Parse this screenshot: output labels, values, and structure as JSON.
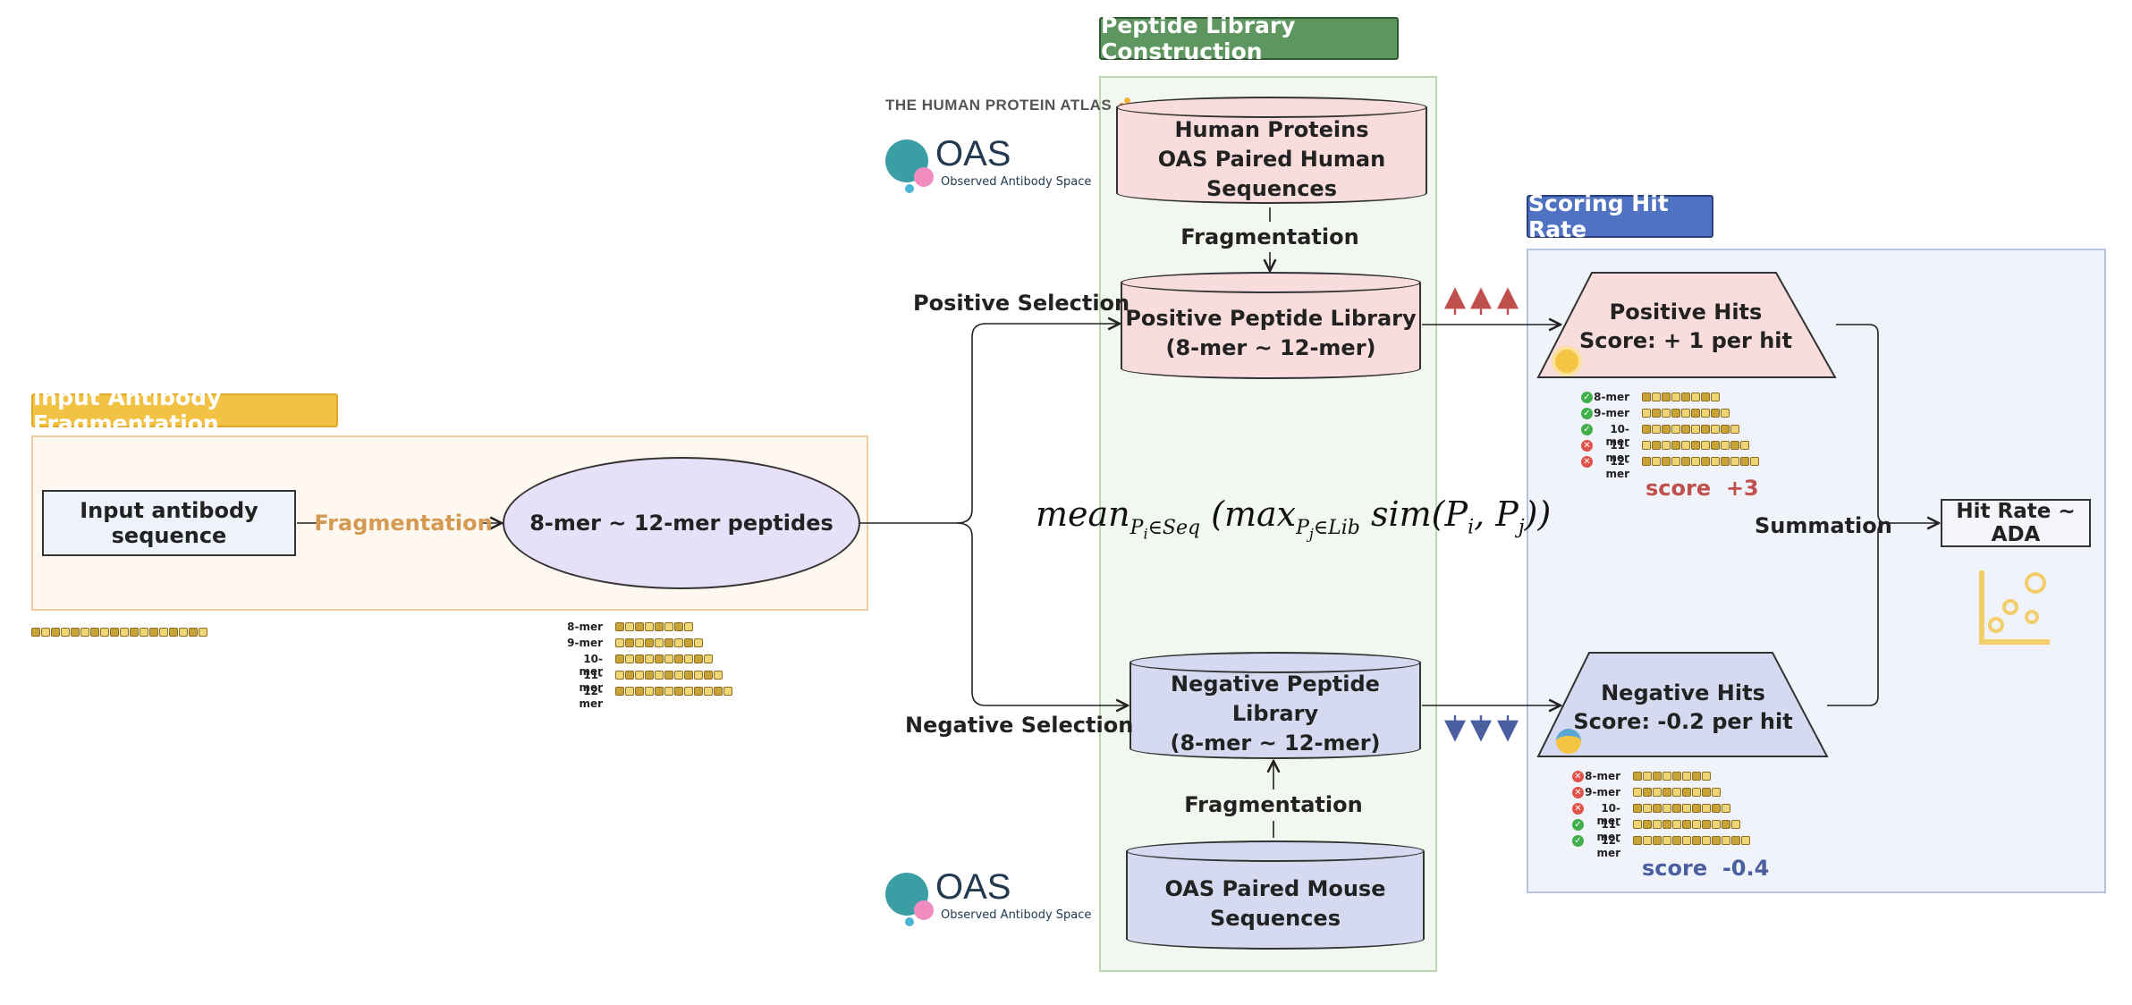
{
  "sections": {
    "input": "Input Antibody Fragmentation",
    "library": "Peptide Library Construction",
    "scoring": "Scoring Hit Rate"
  },
  "input": {
    "sequence_label": "Input antibody sequence",
    "fragmentation_label": "Fragmentation",
    "peptides_label": "8-mer ∼ 12-mer peptides"
  },
  "mers": [
    "8-mer",
    "9-mer",
    "10-mer",
    "11-mer",
    "12-mer"
  ],
  "logos": {
    "hpa": "THE HUMAN PROTEIN ATLAS",
    "oas_title": "OAS",
    "oas_subtitle": "Observed Antibody Space"
  },
  "library": {
    "human_db_line1": "Human Proteins",
    "human_db_line2": "OAS Paired Human Sequences",
    "fragmentation_top": "Fragmentation",
    "positive_line1": "Positive Peptide Library",
    "positive_line2": "(8-mer ~ 12-mer)",
    "negative_line1": "Negative Peptide Library",
    "negative_line2": "(8-mer ~ 12-mer)",
    "fragmentation_bottom": "Fragmentation",
    "mouse_db": "OAS Paired Mouse Sequences"
  },
  "selection": {
    "positive": "Positive Selection",
    "negative": "Negative Selection"
  },
  "formula": {
    "mean": "mean",
    "mean_sub": "P",
    "mean_sub_i": "i",
    "mean_sub_rest": "∈Seq",
    "open": " (",
    "max": "max",
    "max_sub": "P",
    "max_sub_j": "j",
    "max_sub_rest": "∈Lib",
    "sim": " sim(P",
    "sim_i": "i",
    "comma": ", P",
    "sim_j": "j",
    "close": "))"
  },
  "scoring": {
    "positive_title": "Positive Hits",
    "positive_sub": "Score: + 1 per hit",
    "positive_score": "score  +3",
    "positive_status": [
      "ok",
      "ok",
      "ok",
      "bad",
      "bad"
    ],
    "negative_title": "Negative Hits",
    "negative_sub": "Score: -0.2 per hit",
    "negative_score": "score  -0.4",
    "negative_status": [
      "bad",
      "bad",
      "bad",
      "ok",
      "ok"
    ],
    "summation": "Summation",
    "result": "Hit Rate ~ ADA"
  },
  "colors": {
    "input_tag": "#f2c244",
    "library_tag": "#5e9660",
    "scoring_tag": "#4f72c2",
    "positive_fill": "#f9dcdc",
    "negative_fill": "#d6daf0",
    "peptide_ellipse": "#e6e0f8",
    "positive_arrow": "#c0504d",
    "negative_arrow": "#4b5fa0",
    "fragmentation_text": "#d59a52"
  }
}
